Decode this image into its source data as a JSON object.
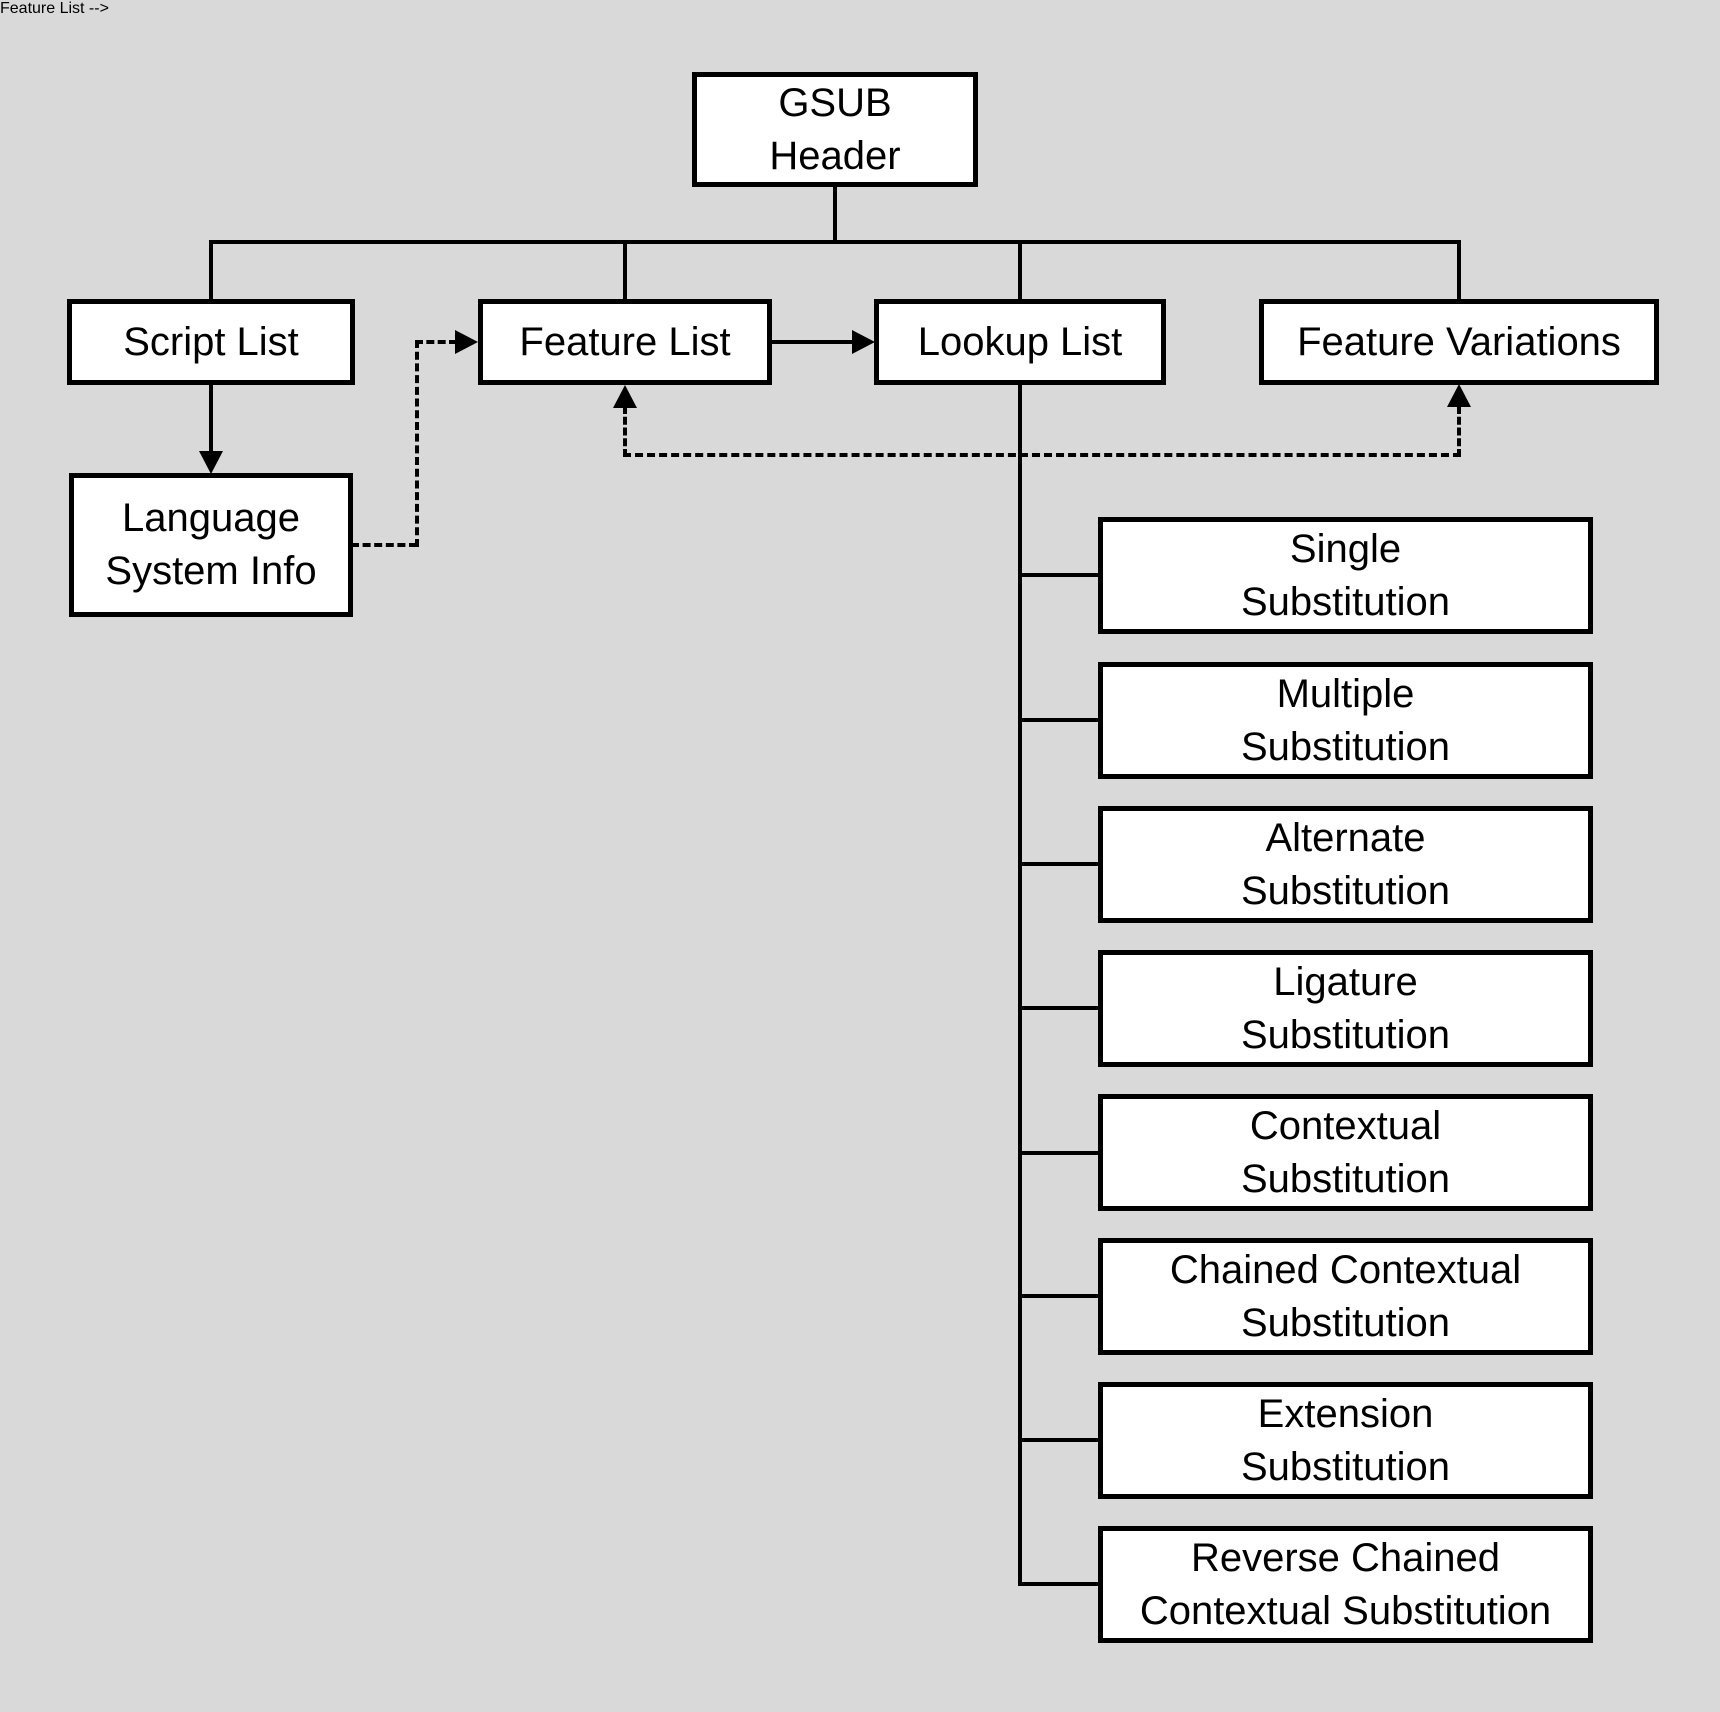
{
  "colors": {
    "background": "#d9d9d9",
    "box_fill": "#ffffff",
    "line": "#000000",
    "text": "#000000"
  },
  "nodes": {
    "gsub_header": {
      "label": "GSUB Header",
      "lines": [
        "GSUB",
        "Header"
      ]
    },
    "script_list": {
      "label": "Script List",
      "lines": [
        "Script List"
      ]
    },
    "feature_list": {
      "label": "Feature List",
      "lines": [
        "Feature List"
      ]
    },
    "lookup_list": {
      "label": "Lookup List",
      "lines": [
        "Lookup List"
      ]
    },
    "feature_variations": {
      "label": "Feature Variations",
      "lines": [
        "Feature Variations"
      ]
    },
    "language_system_info": {
      "label": "Language System Info",
      "lines": [
        "Language",
        "System Info"
      ]
    }
  },
  "lookup_types": [
    {
      "label": "Single Substitution",
      "lines": [
        "Single",
        "Substitution"
      ]
    },
    {
      "label": "Multiple Substitution",
      "lines": [
        "Multiple",
        "Substitution"
      ]
    },
    {
      "label": "Alternate Substitution",
      "lines": [
        "Alternate",
        "Substitution"
      ]
    },
    {
      "label": "Ligature Substitution",
      "lines": [
        "Ligature",
        "Substitution"
      ]
    },
    {
      "label": "Contextual Substitution",
      "lines": [
        "Contextual",
        "Substitution"
      ]
    },
    {
      "label": "Chained Contextual Substitution",
      "lines": [
        "Chained Contextual",
        "Substitution"
      ]
    },
    {
      "label": "Extension Substitution",
      "lines": [
        "Extension",
        "Substitution"
      ]
    },
    {
      "label": "Reverse Chained Contextual Substitution",
      "lines": [
        "Reverse Chained",
        "Contextual Substitution"
      ]
    }
  ],
  "edges": {
    "header_to_bus": "solid",
    "bus_to_script_list": "solid",
    "bus_to_feature_list": "solid",
    "bus_to_lookup_list": "solid",
    "bus_to_feature_variations": "solid",
    "script_list_to_language_system_info": "solid-arrow-down",
    "language_system_info_to_feature_list": "dashed-arrow-right",
    "feature_list_to_lookup_list": "solid-arrow-right",
    "feature_list_and_feature_variations_link": "dashed-arrow-up-both-ends",
    "lookup_list_to_lookup_types": "solid-tree"
  }
}
